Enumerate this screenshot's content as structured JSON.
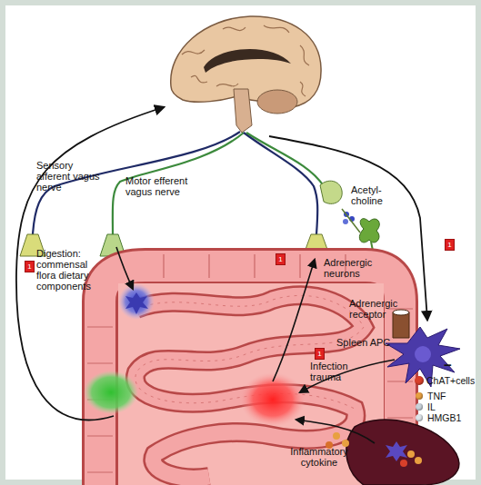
{
  "diagram": {
    "nodes": [
      {
        "text": [
          "1"
        ]
      },
      {
        "text": [
          "1"
        ]
      },
      {
        "text": [
          "1"
        ]
      },
      {
        "text": [
          "1"
        ]
      }
    ],
    "labels": [
      "Sensory afferent vagus nerve",
      "Motor efferent vagus nerve",
      "Digestion: commensal flora dietary components",
      "Acetyl-choline",
      "Adrenergic neurons",
      "Adrenergic receptor",
      "Spleen APC",
      "Infection trauma",
      "Inflammatory cytokine",
      "−"
    ],
    "legend": [
      {
        "text": "ChAT+cells",
        "color": "#d8402a"
      },
      {
        "text": "TNF",
        "color": "#e8a040"
      },
      {
        "text": "IL",
        "color": "#c9d2da"
      },
      {
        "text": "HMGB1",
        "color": "#dfe5ea"
      }
    ]
  }
}
